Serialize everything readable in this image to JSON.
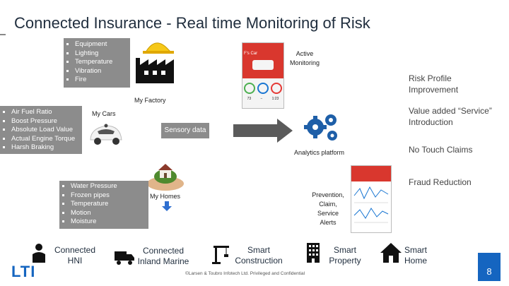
{
  "title": "Connected Insurance - Real time Monitoring of Risk",
  "factory": {
    "items": [
      "Equipment",
      "Lighting",
      "Temperature",
      "Vibration",
      "Fire"
    ],
    "label": "My Factory"
  },
  "active_monitoring": [
    "Active",
    "Monitoring"
  ],
  "cars": {
    "items": [
      "Air Fuel Ratio",
      "Boost Pressure",
      "Absolute Load Value",
      "Actual Engine Torque",
      "Harsh Braking"
    ],
    "label": "My Cars"
  },
  "sensory_data": "Sensory data",
  "analytics_platform": "Analytics platform",
  "homes": {
    "items": [
      "Water Pressure",
      "Frozen pipes",
      "Temperature",
      "Motion",
      "Moisture"
    ],
    "label": "My Homes"
  },
  "alerts": [
    "Prevention,",
    "Claim,",
    "Service",
    "Alerts"
  ],
  "right_items": [
    [
      "Risk Profile",
      "Improvement"
    ],
    [
      "Value added “Service”",
      "Introduction"
    ],
    [
      "No Touch Claims"
    ],
    [
      "Fraud Reduction"
    ]
  ],
  "bottom_items": [
    [
      "Connected",
      "HNI"
    ],
    [
      "Connected",
      "Inland Marine"
    ],
    [
      "Smart",
      "Construction"
    ],
    [
      "Smart",
      "Property"
    ],
    [
      "Smart",
      "Home"
    ]
  ],
  "phone1": {
    "app_name": "F's Car",
    "values": [
      "73",
      "−",
      "1:23"
    ]
  },
  "footer": "©Larsen & Toubro Infotech Ltd. Privileged and Confidential",
  "page_number": "8",
  "logo_text": "LTI",
  "colors": {
    "gray_box": "#8c8c8c",
    "brand_blue": "#1565c0",
    "app_red": "#d9372e",
    "arrow_gray": "#5b5b5b"
  }
}
